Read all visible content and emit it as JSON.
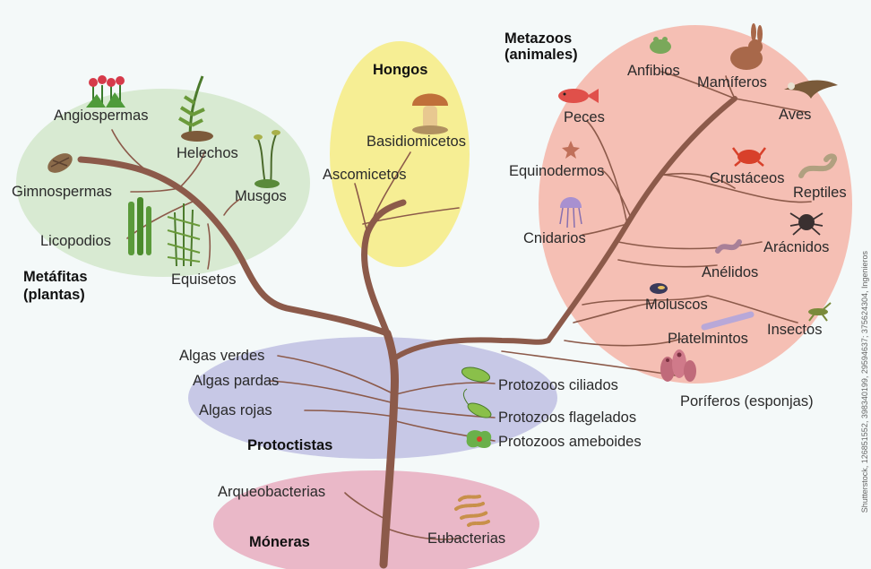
{
  "groups": {
    "metafitas": "Metáfitas\n(plantas)",
    "hongos": "Hongos",
    "metazoos": "Metazoos\n(animales)",
    "protoctistas": "Protoctistas",
    "moneras": "Móneras"
  },
  "labels": {
    "angiospermas": "Angiospermas",
    "helechos": "Helechos",
    "gimnospermas": "Gimnospermas",
    "musgos": "Musgos",
    "licopodios": "Licopodios",
    "equisetos": "Equisetos",
    "basidiomicetos": "Basidiomicetos",
    "ascomicetos": "Ascomicetos",
    "anfibios": "Anfibios",
    "mamiferos": "Mamíferos",
    "peces": "Peces",
    "aves": "Aves",
    "equinodermos": "Equinodermos",
    "crustaceos": "Crustáceos",
    "reptiles": "Reptiles",
    "cnidarios": "Cnidarios",
    "aracnidos": "Arácnidos",
    "anelidos": "Anélidos",
    "moluscos": "Moluscos",
    "insectos": "Insectos",
    "platelmintos": "Platelmintos",
    "poriferos": "Poríferos (esponjas)",
    "algas_verdes": "Algas verdes",
    "algas_pardas": "Algas pardas",
    "algas_rojas": "Algas rojas",
    "protozoos_ciliados": "Protozoos ciliados",
    "protozoos_flagelados": "Protozoos flagelados",
    "protozoos_ameboides": "Protozoos ameboides",
    "arqueobacterias": "Arqueobacterias",
    "eubacterias": "Eubacterias"
  },
  "credit": "Shutterstock, 126851552, 398340199, 29594637; 375624304, Ingenieros",
  "colors": {
    "trunk": "#8c5a4a",
    "plants": "#d8ead2",
    "fungi": "#f6ee94",
    "animals": "#f5bfb4",
    "protoctists": "#c7c8e6",
    "monera": "#eab8c8"
  },
  "icons": [
    "tulip-flowers-icon",
    "fern-icon",
    "pine-cone-icon",
    "moss-icon",
    "clubmoss-icon",
    "horsetail-icon",
    "mushroom-icon",
    "frog-icon",
    "rabbit-icon",
    "fish-icon",
    "eagle-icon",
    "starfish-icon",
    "crab-icon",
    "snake-icon",
    "jellyfish-icon",
    "spider-icon",
    "worm-icon",
    "mussel-icon",
    "grasshopper-icon",
    "flatworm-icon",
    "sponge-icon",
    "paramecium-icon",
    "euglena-icon",
    "amoeba-icon",
    "bacteria-icon"
  ]
}
